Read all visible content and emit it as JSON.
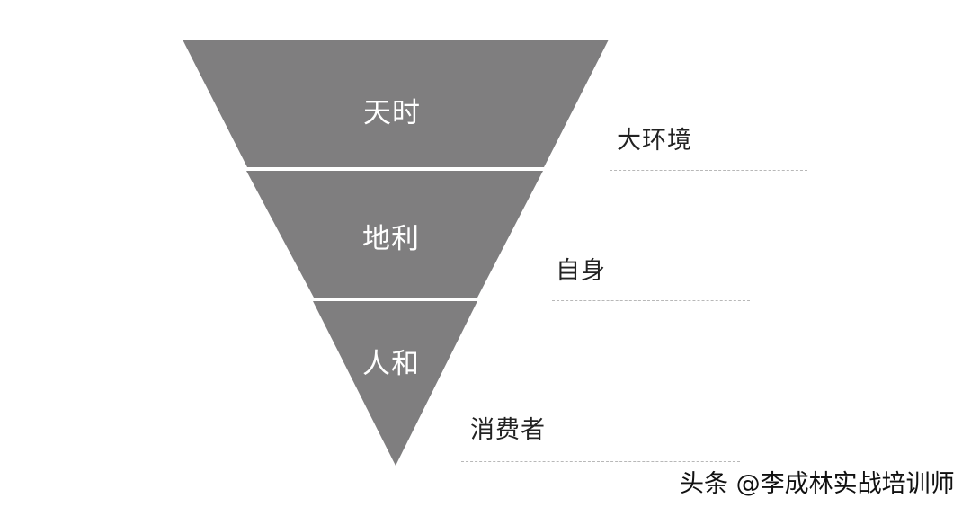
{
  "diagram": {
    "type": "inverted-pyramid",
    "fill_color": "#7f7e7f",
    "divider_color": "#ffffff",
    "tiers": [
      {
        "label": "天时",
        "description": "大环境"
      },
      {
        "label": "地利",
        "description": "自身"
      },
      {
        "label": "人和",
        "description": "消费者"
      }
    ]
  },
  "watermark": {
    "text": "头条 @李成林实战培训师"
  }
}
